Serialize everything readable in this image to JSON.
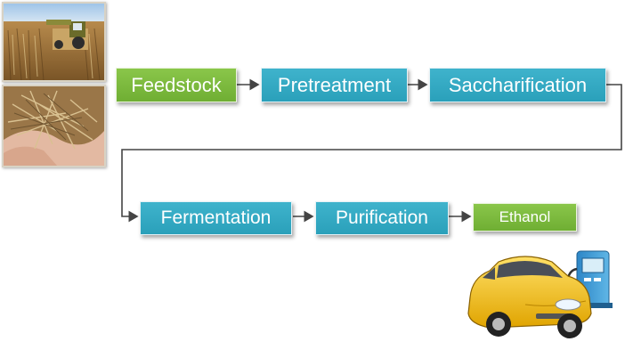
{
  "stages": {
    "feedstock": "Feedstock",
    "pretreatment": "Pretreatment",
    "saccharification": "Saccharification",
    "fermentation": "Fermentation",
    "purification": "Purification",
    "ethanol": "Ethanol"
  },
  "colors": {
    "stage_fill": "#2aa0ba",
    "endpoint_fill": "#6fae33",
    "arrow": "#444444",
    "car_body": "#f6c012"
  },
  "icons": {
    "harvest_photo": "combine-harvester-photo",
    "straw_photo": "hands-holding-straw-photo",
    "car": "yellow-car-clipart",
    "pump": "fuel-pump-clipart"
  }
}
